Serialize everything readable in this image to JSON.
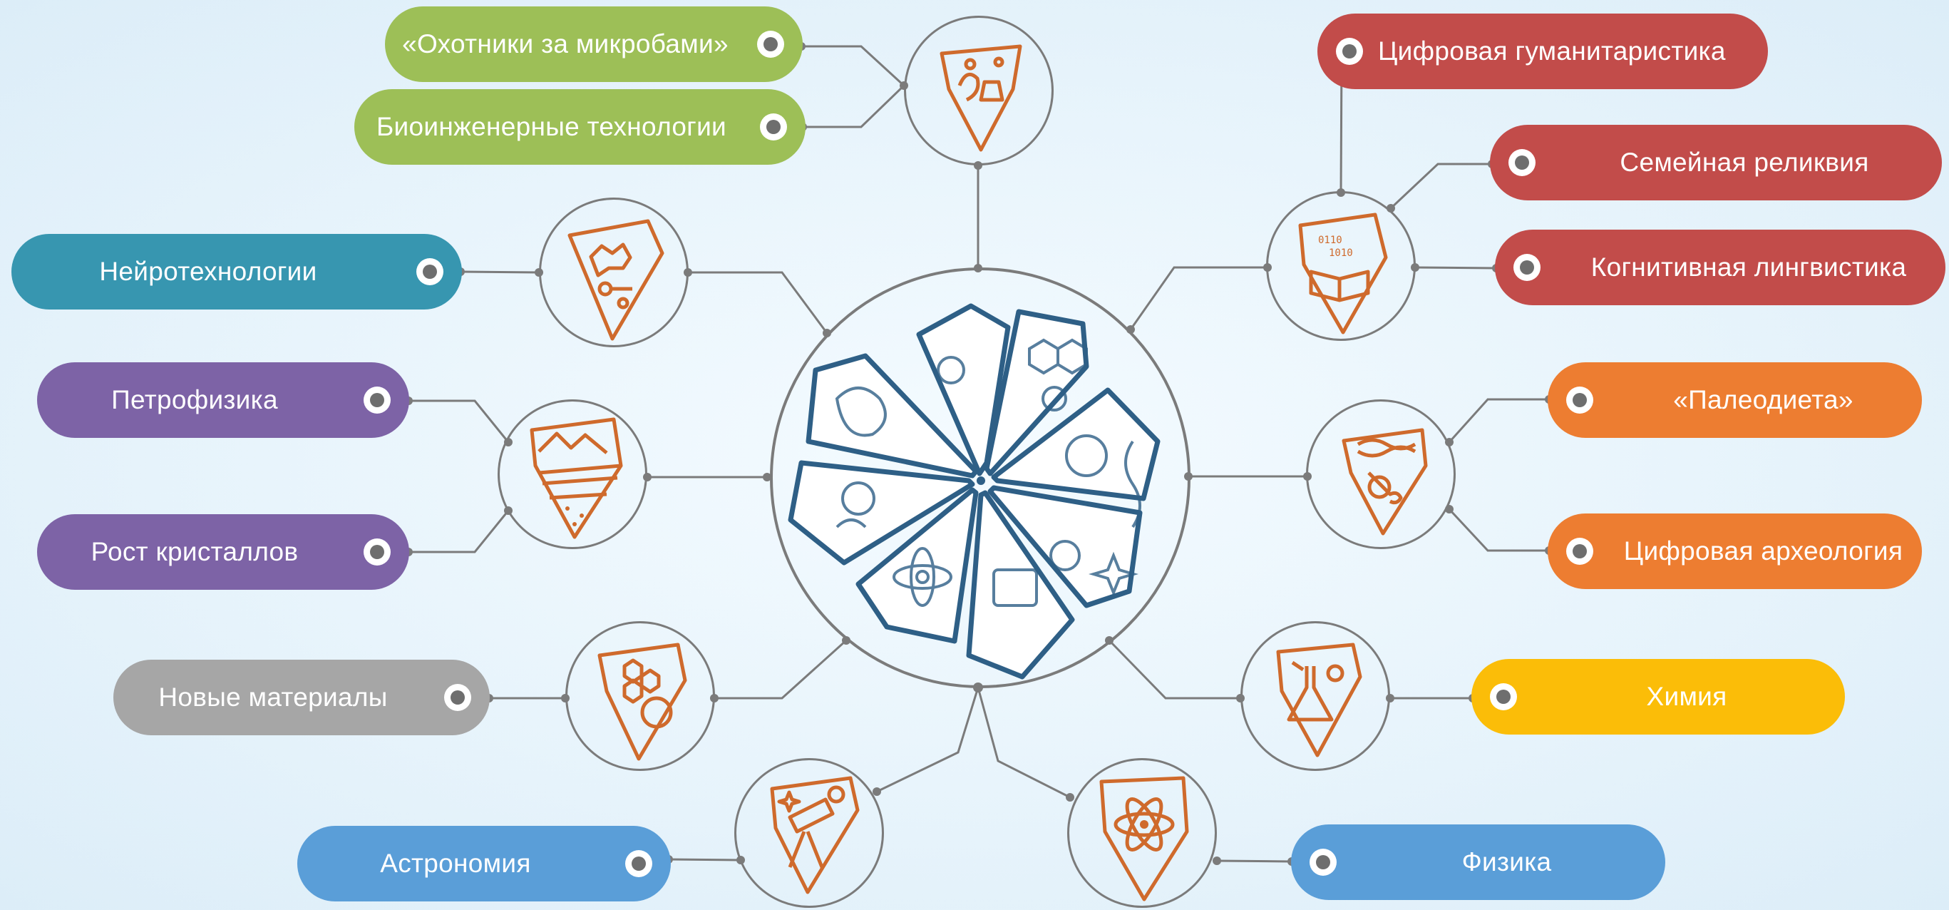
{
  "colors": {
    "connector": "#7b7b7b",
    "icon_stroke": "#cf6a2c",
    "hub_stroke": "#2e5f86"
  },
  "hub": {
    "icon": "science-wheel-icon"
  },
  "pills": [
    {
      "id": "microbe-hunters",
      "label": "«Охотники за микробами»",
      "color": "#9dbf57"
    },
    {
      "id": "bioengineering",
      "label": "Биоинженерные технологии",
      "color": "#9dbf57"
    },
    {
      "id": "neurotech",
      "label": "Нейротехнологии",
      "color": "#3796b0"
    },
    {
      "id": "petrophysics",
      "label": "Петрофизика",
      "color": "#7d63a6"
    },
    {
      "id": "crystal-growth",
      "label": "Рост кристаллов",
      "color": "#7d63a6"
    },
    {
      "id": "new-materials",
      "label": "Новые материалы",
      "color": "#a6a6a6"
    },
    {
      "id": "astronomy",
      "label": "Астрономия",
      "color": "#5a9ed8"
    },
    {
      "id": "digital-humanities",
      "label": "Цифровая гуманитаристика",
      "color": "#c24c4a"
    },
    {
      "id": "family-relic",
      "label": "Семейная реликвия",
      "color": "#c24c4a"
    },
    {
      "id": "cognitive-linguistics",
      "label": "Когнитивная лингвистика",
      "color": "#c24c4a"
    },
    {
      "id": "paleodiet",
      "label": "«Палеодиета»",
      "color": "#ed7d31"
    },
    {
      "id": "digital-archaeology",
      "label": "Цифровая археология",
      "color": "#ed7d31"
    },
    {
      "id": "chemistry",
      "label": "Химия",
      "color": "#fbbd08"
    },
    {
      "id": "physics",
      "label": "Физика",
      "color": "#5a9ed8"
    }
  ],
  "nodes": [
    {
      "id": "bio",
      "icon": "flask-plant-icon"
    },
    {
      "id": "neuro",
      "icon": "neurons-icon"
    },
    {
      "id": "geo",
      "icon": "rock-layers-icon"
    },
    {
      "id": "materials",
      "icon": "honeycomb-lattice-icon"
    },
    {
      "id": "astro",
      "icon": "telescope-icon"
    },
    {
      "id": "humanities",
      "icon": "binary-book-icon"
    },
    {
      "id": "archaeology",
      "icon": "dna-bone-icon"
    },
    {
      "id": "chem",
      "icon": "chemistry-flask-icon"
    },
    {
      "id": "phys",
      "icon": "atom-icon"
    }
  ]
}
